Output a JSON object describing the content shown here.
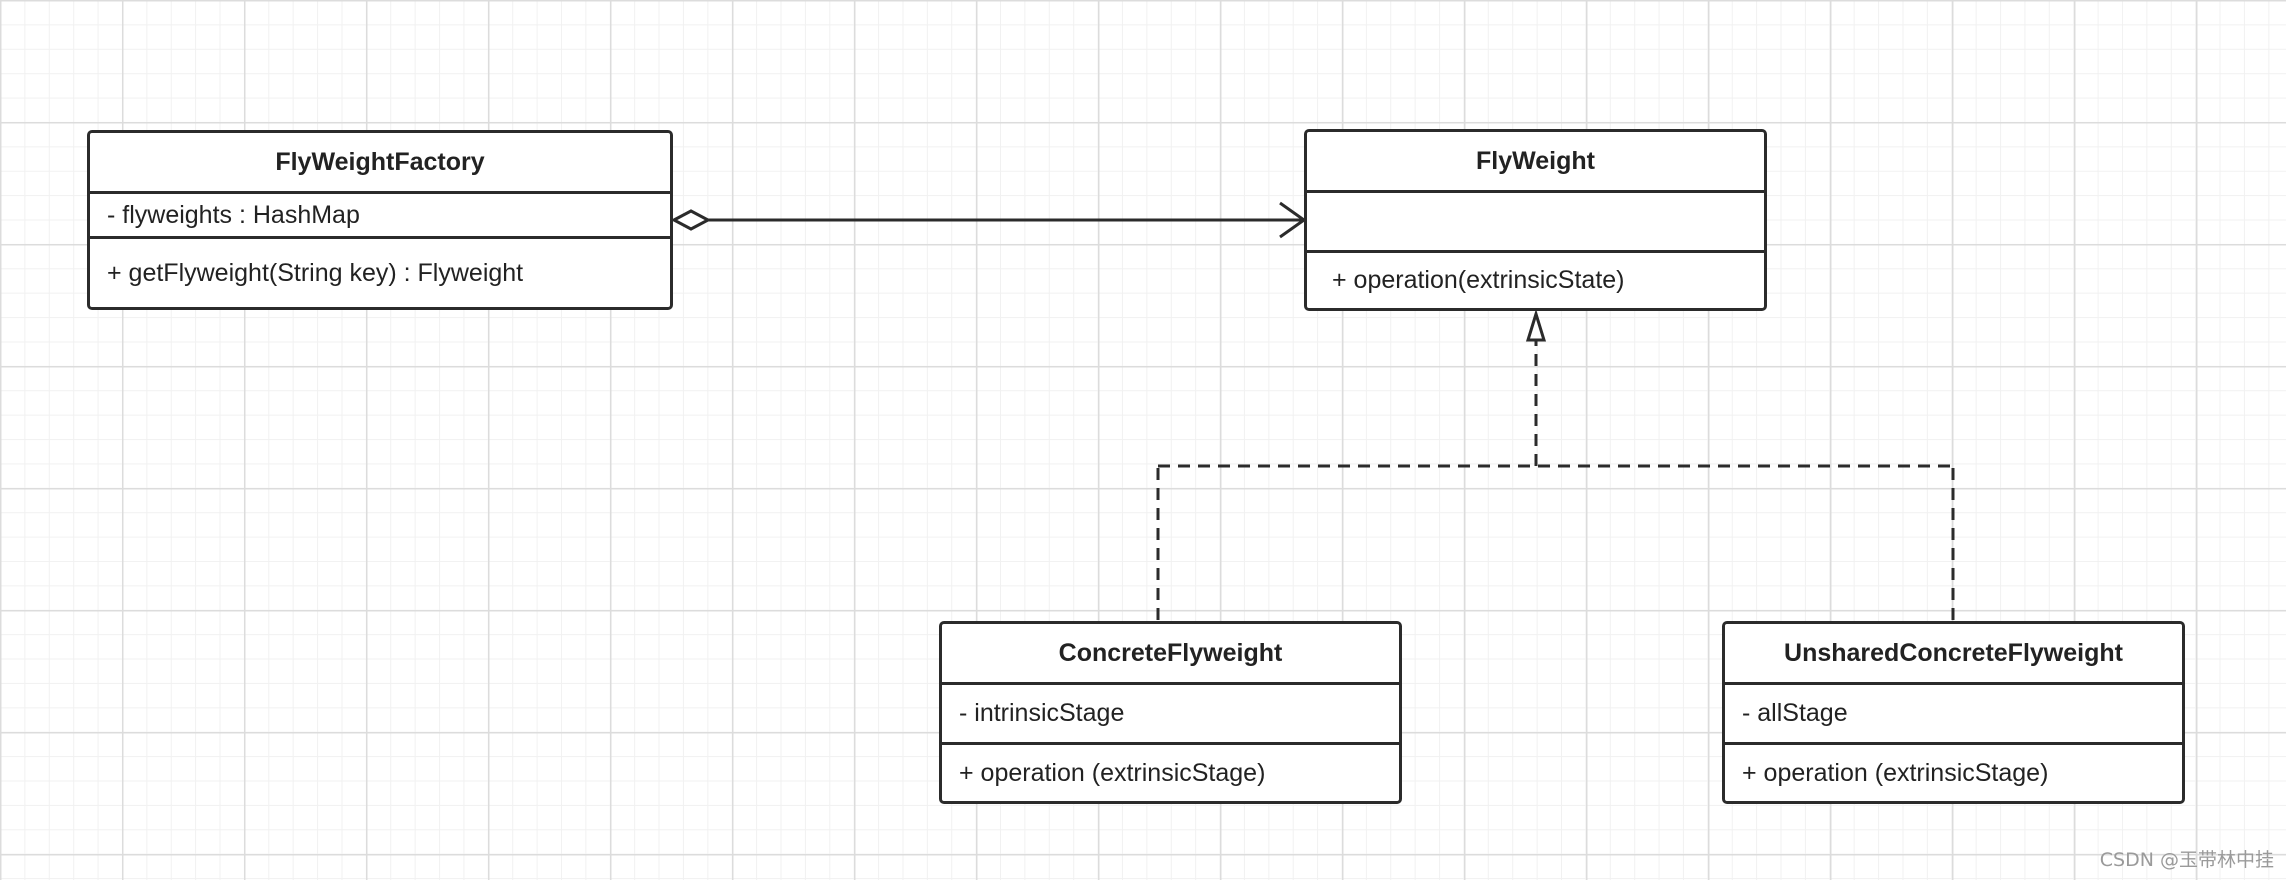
{
  "diagram": {
    "classes": {
      "factory": {
        "name": "FlyWeightFactory",
        "attributes": "- flyweights : HashMap",
        "operations": "+ getFlyweight(String key) : Flyweight"
      },
      "flyweight": {
        "name": "FlyWeight",
        "attributes": "",
        "operations": "+ operation(extrinsicState)"
      },
      "concrete": {
        "name": "ConcreteFlyweight",
        "attributes": "- intrinsicStage",
        "operations": "+ operation (extrinsicStage)"
      },
      "unshared": {
        "name": "UnsharedConcreteFlyweight",
        "attributes": "- allStage",
        "operations": "+ operation (extrinsicStage)"
      }
    },
    "relations": [
      {
        "from": "factory",
        "to": "flyweight",
        "kind": "aggregation"
      },
      {
        "from": "concrete",
        "to": "flyweight",
        "kind": "realization"
      },
      {
        "from": "unshared",
        "to": "flyweight",
        "kind": "realization"
      }
    ],
    "colors": {
      "stroke": "#2b2b2b",
      "grid_major": "#dcdcdc",
      "grid_minor": "#f1f1f1",
      "background": "#ffffff"
    }
  },
  "watermark": "CSDN @玉带林中挂"
}
